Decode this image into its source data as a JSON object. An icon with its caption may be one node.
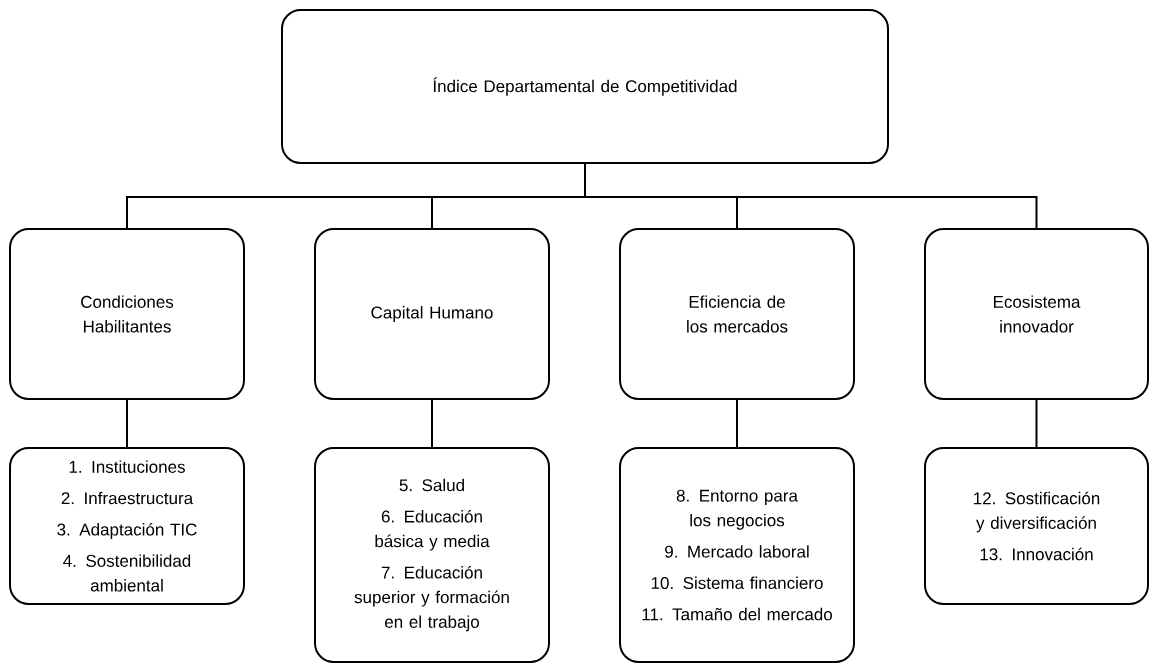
{
  "diagram": {
    "nodes": [
      {
        "text": [
          "Índice Departamental de Competitividad"
        ]
      },
      {
        "text": [
          "Condiciones Habilitantes"
        ]
      },
      {
        "text": [
          "Capital Humano"
        ]
      },
      {
        "text": [
          "Eficiencia de los mercados"
        ]
      },
      {
        "text": [
          "Ecosistema innovador"
        ]
      },
      {
        "text": [
          "1. Instituciones",
          "2. Infraestructura",
          "3. Adaptación TIC",
          "4. Sostenibilidad ambiental"
        ]
      },
      {
        "text": [
          "5. Salud",
          "6. Educación básica y media",
          "7. Educación superior y formación en el trabajo"
        ]
      },
      {
        "text": [
          "8. Entorno para los negocios",
          "9. Mercado laboral",
          "10. Sistema financiero",
          "11. Tamaño del mercado"
        ]
      },
      {
        "text": [
          "12. Sostificación y diversificación",
          "13. Innovación"
        ]
      }
    ],
    "edges": [
      {
        "from": 0,
        "to": 1,
        "arrow": "none"
      },
      {
        "from": 0,
        "to": 2,
        "arrow": "none"
      },
      {
        "from": 0,
        "to": 3,
        "arrow": "none"
      },
      {
        "from": 0,
        "to": 4,
        "arrow": "none"
      },
      {
        "from": 1,
        "to": 5,
        "arrow": "none"
      },
      {
        "from": 2,
        "to": 6,
        "arrow": "none"
      },
      {
        "from": 3,
        "to": 7,
        "arrow": "none"
      },
      {
        "from": 4,
        "to": 8,
        "arrow": "none"
      }
    ]
  }
}
